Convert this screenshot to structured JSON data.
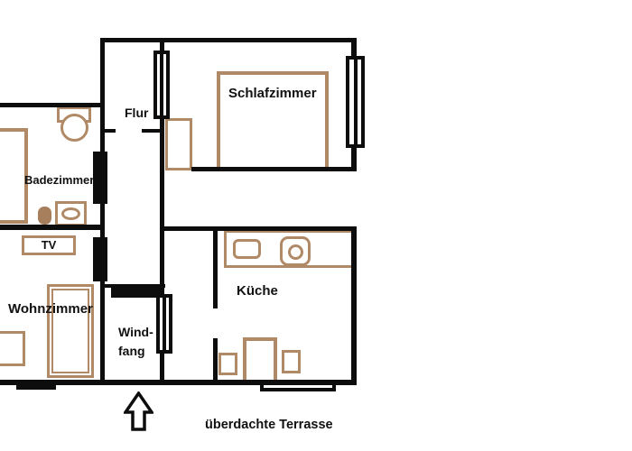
{
  "rooms": {
    "schlafzimmer": {
      "label": "Schlafzimmer"
    },
    "flur": {
      "label": "Flur"
    },
    "badezimmer": {
      "label": "Badezimmer"
    },
    "wohnzimmer": {
      "label": "Wohnzimmer"
    },
    "windfang": {
      "label_line1": "Wind-",
      "label_line2": "fang"
    },
    "kueche": {
      "label": "Küche"
    }
  },
  "annotations": {
    "tv_label": "TV",
    "terrace_label": "überdachte Terrasse",
    "entrance_arrow": "arrow-up"
  },
  "colors": {
    "wall": "#0d0d0d",
    "furniture_line": "#b08a67",
    "toilet_fill": "#a87f5c",
    "background": "#ffffff",
    "text": "#111111"
  }
}
